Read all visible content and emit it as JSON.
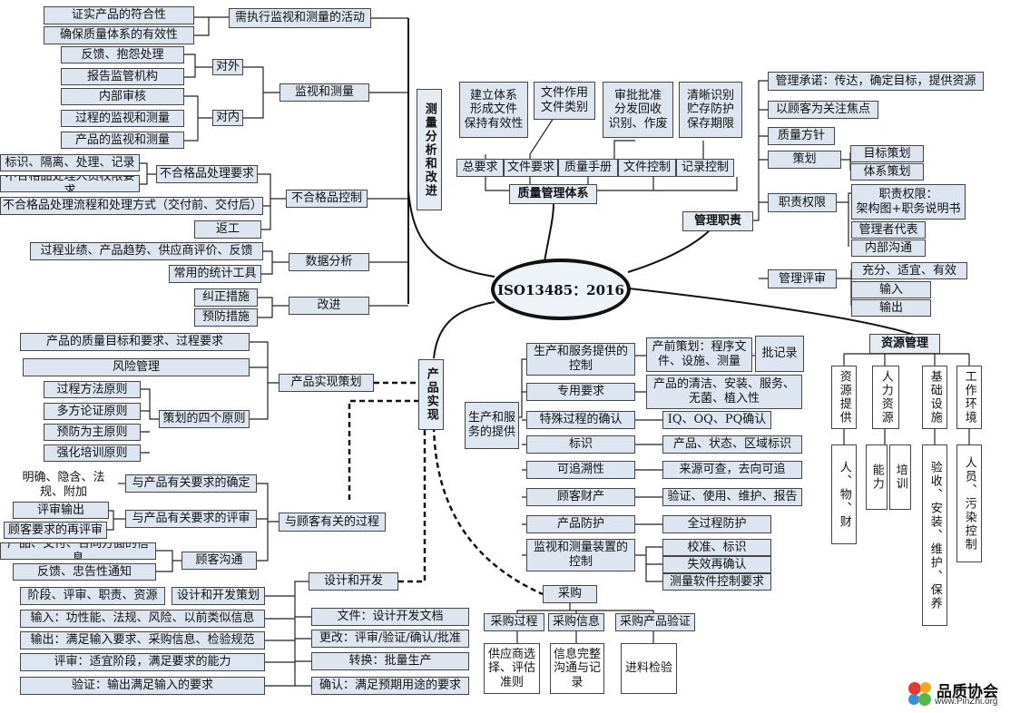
{
  "center": "ISO13485：2016",
  "branches": {
    "measure": "测量分析和改进",
    "qms": "质量管理体系",
    "mgmt": "管理职责",
    "resource": "资源管理",
    "product": "产品实现"
  },
  "measure": {
    "activity": "需执行监视和测量的活动",
    "activity_items": [
      "证实产品的符合性",
      "确保质量体系的有效性"
    ],
    "monitor": "监视和测量",
    "external": "对外",
    "external_items": [
      "反馈、抱怨处理",
      "报告监管机构"
    ],
    "internal": "对内",
    "internal_items": [
      "内部审核",
      "过程的监视和测量",
      "产品的监视和测量"
    ],
    "nc_control": "不合格品控制",
    "nc_req": "不合格品处理要求",
    "nc_req_items": [
      "标识、隔离、处理、记录",
      "不合格品处理人员权限要求"
    ],
    "nc_flow": "不合格品处理流程和处理方式（交付前、交付后）",
    "rework": "返工",
    "data": "数据分析",
    "data_items": [
      "过程业绩、产品趋势、供应商评价、反馈",
      "常用的统计工具"
    ],
    "improve": "改进",
    "improve_items": [
      "纠正措施",
      "预防措施"
    ]
  },
  "qms": {
    "cols": [
      {
        "items": "建立体系\n形成文件\n保持有效性",
        "label": "总要求"
      },
      {
        "items": "文件作用\n文件类别",
        "label": "文件要求"
      },
      {
        "items": "",
        "label": "质量手册"
      },
      {
        "items": "审批批准\n分发回收\n识别、作废",
        "label": "文件控制"
      },
      {
        "items": "清晰识别\n贮存防护\n保存期限",
        "label": "记录控制"
      }
    ]
  },
  "mgmt": {
    "commit": "管理承诺：传达，确定目标，提供资源",
    "focus": "以顾客为关注焦点",
    "policy": "质量方针",
    "plan": "策划",
    "plan_items": [
      "目标策划",
      "体系策划"
    ],
    "auth": "职责权限",
    "auth_items": [
      "职责权限：\n架构图+职务说明书",
      "管理者代表",
      "内部沟通"
    ],
    "review": "管理评审",
    "review_items": [
      "充分、适宜、有效",
      "输入",
      "输出"
    ]
  },
  "resource": {
    "cols": [
      {
        "head": "资源提供",
        "body": "人、物、财"
      },
      {
        "head": "人力资源",
        "body": "能力",
        "body2": "培训"
      },
      {
        "head": "基础设施",
        "body": "验收、安装、维护、保养"
      },
      {
        "head": "工作环境",
        "body": "人员、污染控制"
      }
    ]
  },
  "production": {
    "label": "生产和服务的提供",
    "rows": [
      {
        "name": "生产和服务提供的控制",
        "detail": "产前策划：程序文件、设施、测量",
        "extra": "批记录"
      },
      {
        "name": "专用要求",
        "detail": "产品的清洁、安装、服务、无菌、植入性"
      },
      {
        "name": "特殊过程的确认",
        "detail": "IQ、OQ、PQ确认"
      },
      {
        "name": "标识",
        "detail": "产品、状态、区域标识"
      },
      {
        "name": "可追溯性",
        "detail": "来源可查，去向可追"
      },
      {
        "name": "顾客财产",
        "detail": "验证、使用、维护、报告"
      },
      {
        "name": "产品防护",
        "detail": "全过程防护"
      },
      {
        "name": "监视和测量装置的控制",
        "details": [
          "校准、标识",
          "失效再确认",
          "测量软件控制要求"
        ]
      }
    ]
  },
  "planning": {
    "label": "产品实现策划",
    "items": [
      "产品的质量目标和要求、过程要求",
      "风险管理"
    ],
    "principles": "策划的四个原则",
    "principle_items": [
      "过程方法原则",
      "多方论证原则",
      "预防为主原则",
      "强化培训原则"
    ]
  },
  "customer": {
    "label": "与顾客有关的过程",
    "determine": "与产品有关要求的确定",
    "determine_note": "明确、隐含、法规、附加",
    "review": "与产品有关要求的评审",
    "review_items": [
      "评审输出",
      "顾客要求的再评审"
    ],
    "comm": "顾客沟通",
    "comm_items": [
      "产品、交付、合同方面的信息",
      "反馈、忠告性通知"
    ]
  },
  "design": {
    "label": "设计和开发",
    "plan": "设计和开发策划",
    "left": [
      "阶段、评审、职责、资源",
      "输入：功性能、法规、风险、以前类似信息",
      "输出：满足输入要求、采购信息、检验规范",
      "评审：适宜阶段，满足要求的能力",
      "验证：输出满足输入的要求"
    ],
    "right": [
      "文件：设计开发文档",
      "更改：评审/验证/确认/批准",
      "转换：批量生产",
      "确认：满足预期用途的要求"
    ]
  },
  "purchase": {
    "label": "采购",
    "cols": [
      {
        "head": "采购过程",
        "body": "供应商选择、评估准则"
      },
      {
        "head": "采购信息",
        "body": "信息完整沟通与记录"
      },
      {
        "head": "采购产品验证",
        "body": "进料检验"
      }
    ]
  },
  "logo": {
    "name": "品质协会",
    "url": "www.PinZhi.org"
  }
}
